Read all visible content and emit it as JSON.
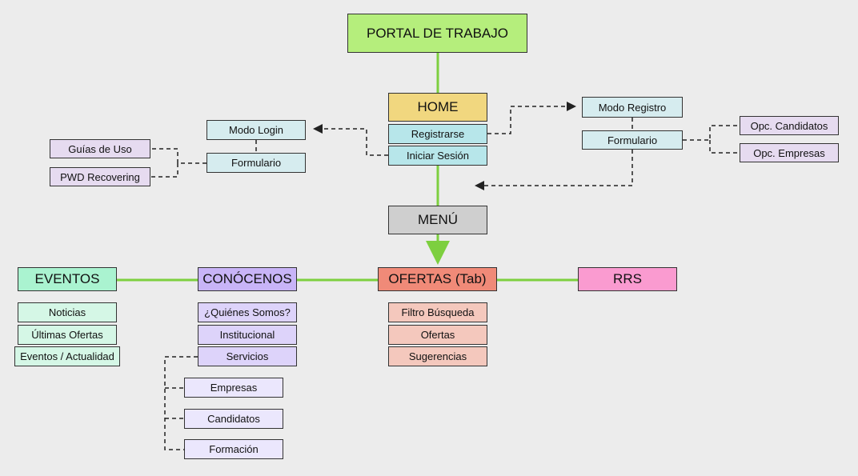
{
  "nodes": {
    "portal": "PORTAL DE TRABAJO",
    "home": "HOME",
    "registrarse": "Registrarse",
    "iniciar_sesion": "Iniciar Sesión",
    "menu": "MENÚ",
    "modo_login": "Modo Login",
    "formulario_login": "Formulario",
    "guias_de_uso": "Guías de Uso",
    "pwd_recovering": "PWD Recovering",
    "modo_registro": "Modo Registro",
    "formulario_registro": "Formulario",
    "opc_candidatos": "Opc. Candidatos",
    "opc_empresas": "Opc. Empresas",
    "eventos": "EVENTOS",
    "noticias": "Noticias",
    "ultimas_ofertas": "Últimas Ofertas",
    "eventos_actualidad": "Eventos / Actualidad",
    "conocenos": "CONÓCENOS",
    "quienes_somos": "¿Quiénes Somos?",
    "institucional": "Institucional",
    "servicios": "Servicios",
    "empresas": "Empresas",
    "candidatos": "Candidatos",
    "formacion": "Formación",
    "ofertas_tab": "OFERTAS (Tab)",
    "filtro_busqueda": "Filtro Búsqueda",
    "ofertas": "Ofertas",
    "sugerencias": "Sugerencias",
    "rrs": "RRS"
  },
  "colors": {
    "solid_connector": "#7dcf3f",
    "dashed_connector": "#222222"
  }
}
